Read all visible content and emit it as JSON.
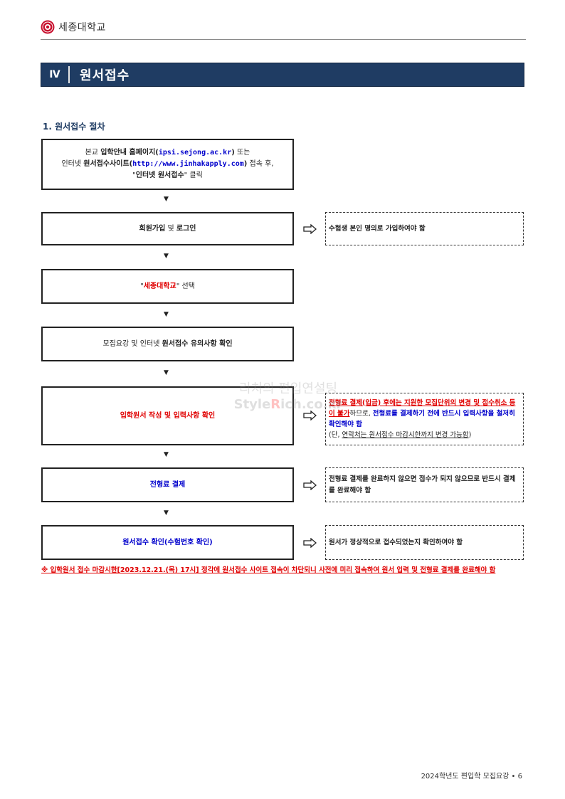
{
  "header": {
    "university": "세종대학교"
  },
  "chapter": {
    "number": "Ⅳ",
    "title": "원서접수"
  },
  "section_title": "1. 원서접수 절차",
  "steps": {
    "s1": {
      "t1": "본교 ",
      "t2": "입학안내 홈페이지(",
      "t3": "ipsi.sejong.ac.kr",
      "t4": ")",
      "t5": " 또는",
      "t6": "인터넷 ",
      "t7": "원서접수사이트(",
      "t8": "http://www.jinhakapply.com",
      "t9": ")",
      "t10": " 접속 후,",
      "t11": "\"",
      "t12": "인터넷 원서접수",
      "t13": "\" 클릭"
    },
    "s2": {
      "t1": "회원가입",
      "t2": " 및 ",
      "t3": "로그인"
    },
    "s3": {
      "t1": "\"",
      "t2": "세종대학교",
      "t3": "\" 선택"
    },
    "s4": {
      "t1": "모집요강 및 인터넷 ",
      "t2": "원서접수 유의사항 확인"
    },
    "s5": {
      "t1": "입학원서 작성 및 입력사항 확인"
    },
    "s6": {
      "t1": "전형료 결제"
    },
    "s7": {
      "t1": "원서접수 확인(수험번호 확인)"
    }
  },
  "notes": {
    "n2": "수험생 본인 명의로 가입하여야 함",
    "n5": {
      "a": "전형료 결제(입금) 후에는 지원한 모집단위의 변경 및 접수취소 등이 불가",
      "b": "하므로, ",
      "c": "전형료를 결제하기 전에 반드시 입력사항을 철저히 확인해야 함",
      "d": "(단, ",
      "e": "연락처는 원서접수 마감시한까지 변경 가능함",
      "f": ")"
    },
    "n6": "전형료 결제를 완료하지 않으면 접수가 되지 않으므로 반드시 결제를 완료해야 함",
    "n7": "원서가 정상적으로 접수되었는지 확인하여야 함"
  },
  "flow_arrow": "▼",
  "watermark": {
    "line1": "리치의 편입연설팅",
    "line2a": "Style",
    "line2b": "R",
    "line2c": "ich.co.kr"
  },
  "warning": "※ 입학원서 접수 마감시한[2023.12.21.(목) 17시] 정각에 원서접수 사이트 접속이 차단되니 사전에 미리 접속하여 원서 입력 및 전형료 결제를 완료해야 함",
  "footer": "2024학년도 편입학 모집요강 • 6",
  "colors": {
    "navy": "#1f3c63",
    "red": "#e00000",
    "blue": "#0000cc"
  }
}
